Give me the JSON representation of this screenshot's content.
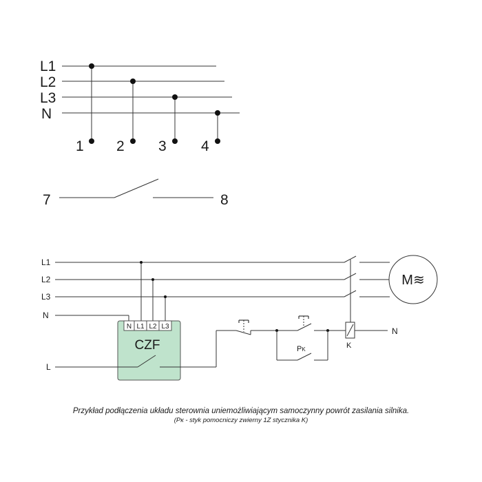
{
  "legend": {
    "lines": [
      {
        "label": "L1"
      },
      {
        "label": "L2"
      },
      {
        "label": "L3"
      },
      {
        "label": "N"
      }
    ],
    "terminals": [
      "1",
      "2",
      "3",
      "4"
    ],
    "switch_labels": {
      "left": "7",
      "right": "8"
    }
  },
  "circuit": {
    "lines": [
      "L1",
      "L2",
      "L3",
      "N",
      "L"
    ],
    "module": {
      "name": "CZF",
      "terminals": [
        "N",
        "L1",
        "L2",
        "L3"
      ],
      "color": "#bfe3cc"
    },
    "motor_label": "M≋",
    "aux_contact_label": "P",
    "aux_contact_sub": "K",
    "coil_label": "K",
    "neutral_label": "N"
  },
  "caption": {
    "line1": "Przykład podłączenia układu sterownia uniemożliwiającym samoczynny powrót zasilania silnika.",
    "line2": "(Pк - styk pomocniczy zwierny 1Z stycznika K)"
  }
}
